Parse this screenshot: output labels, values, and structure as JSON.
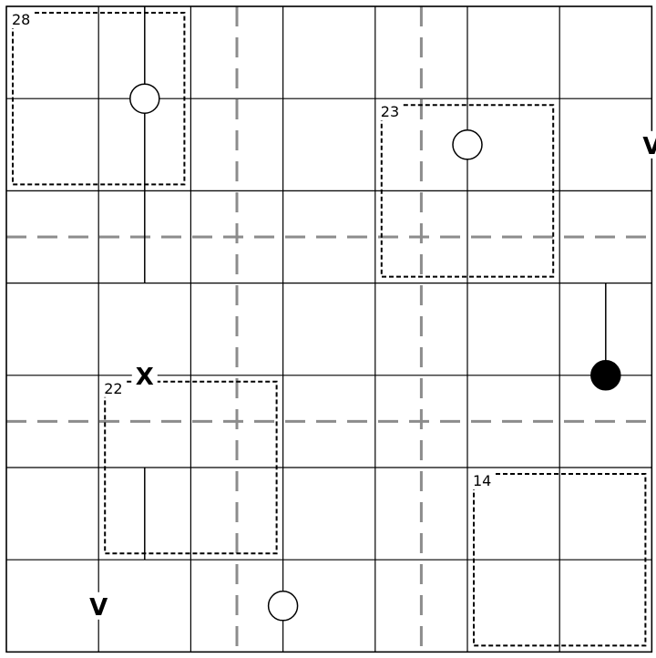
{
  "puzzle": {
    "grid_size": 7,
    "line_color": "#000000",
    "dashed_line_color": "#8c8c8c",
    "background": "#ffffff",
    "dashed_rows": [
      2,
      4
    ],
    "dashed_cols": [
      2,
      4
    ],
    "cages": [
      {
        "label": "28",
        "row": 0,
        "col": 0,
        "rows": 2,
        "cols": 2
      },
      {
        "label": "23",
        "row": 1,
        "col": 4,
        "rows": 2,
        "cols": 2
      },
      {
        "label": "22",
        "row": 4,
        "col": 1,
        "rows": 2,
        "cols": 2
      },
      {
        "label": "14",
        "row": 5,
        "col": 5,
        "rows": 2,
        "cols": 2
      }
    ],
    "segments": [
      {
        "row": 0,
        "col": 1,
        "dir": "v"
      },
      {
        "row": 1,
        "col": 1,
        "dir": "v"
      },
      {
        "row": 2,
        "col": 1,
        "dir": "v"
      },
      {
        "row": 3,
        "col": 6,
        "dir": "v"
      },
      {
        "row": 5,
        "col": 1,
        "dir": "v"
      }
    ],
    "markers": [
      {
        "type": "circle",
        "fill": "white",
        "row": 0.5,
        "col": 1
      },
      {
        "type": "circle",
        "fill": "white",
        "row": 1,
        "col": 4.5
      },
      {
        "type": "circle",
        "fill": "black",
        "row": 3.5,
        "col": 6
      },
      {
        "type": "circle",
        "fill": "white",
        "row": 6,
        "col": 2.5
      },
      {
        "type": "text",
        "text": "X",
        "row": 3.5,
        "col": 1
      },
      {
        "type": "text",
        "text": "V",
        "row": 1,
        "col": 6.5
      },
      {
        "type": "text",
        "text": "V",
        "row": 6,
        "col": 0.5
      }
    ]
  }
}
